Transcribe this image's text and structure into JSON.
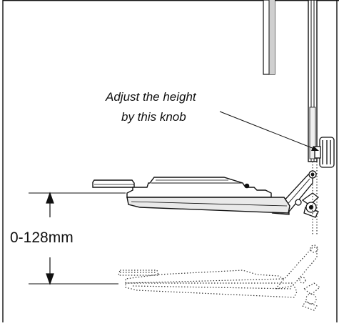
{
  "callout": {
    "line1": "Adjust the height",
    "line2": "by this knob"
  },
  "dimension": {
    "label": "0-128mm"
  }
}
